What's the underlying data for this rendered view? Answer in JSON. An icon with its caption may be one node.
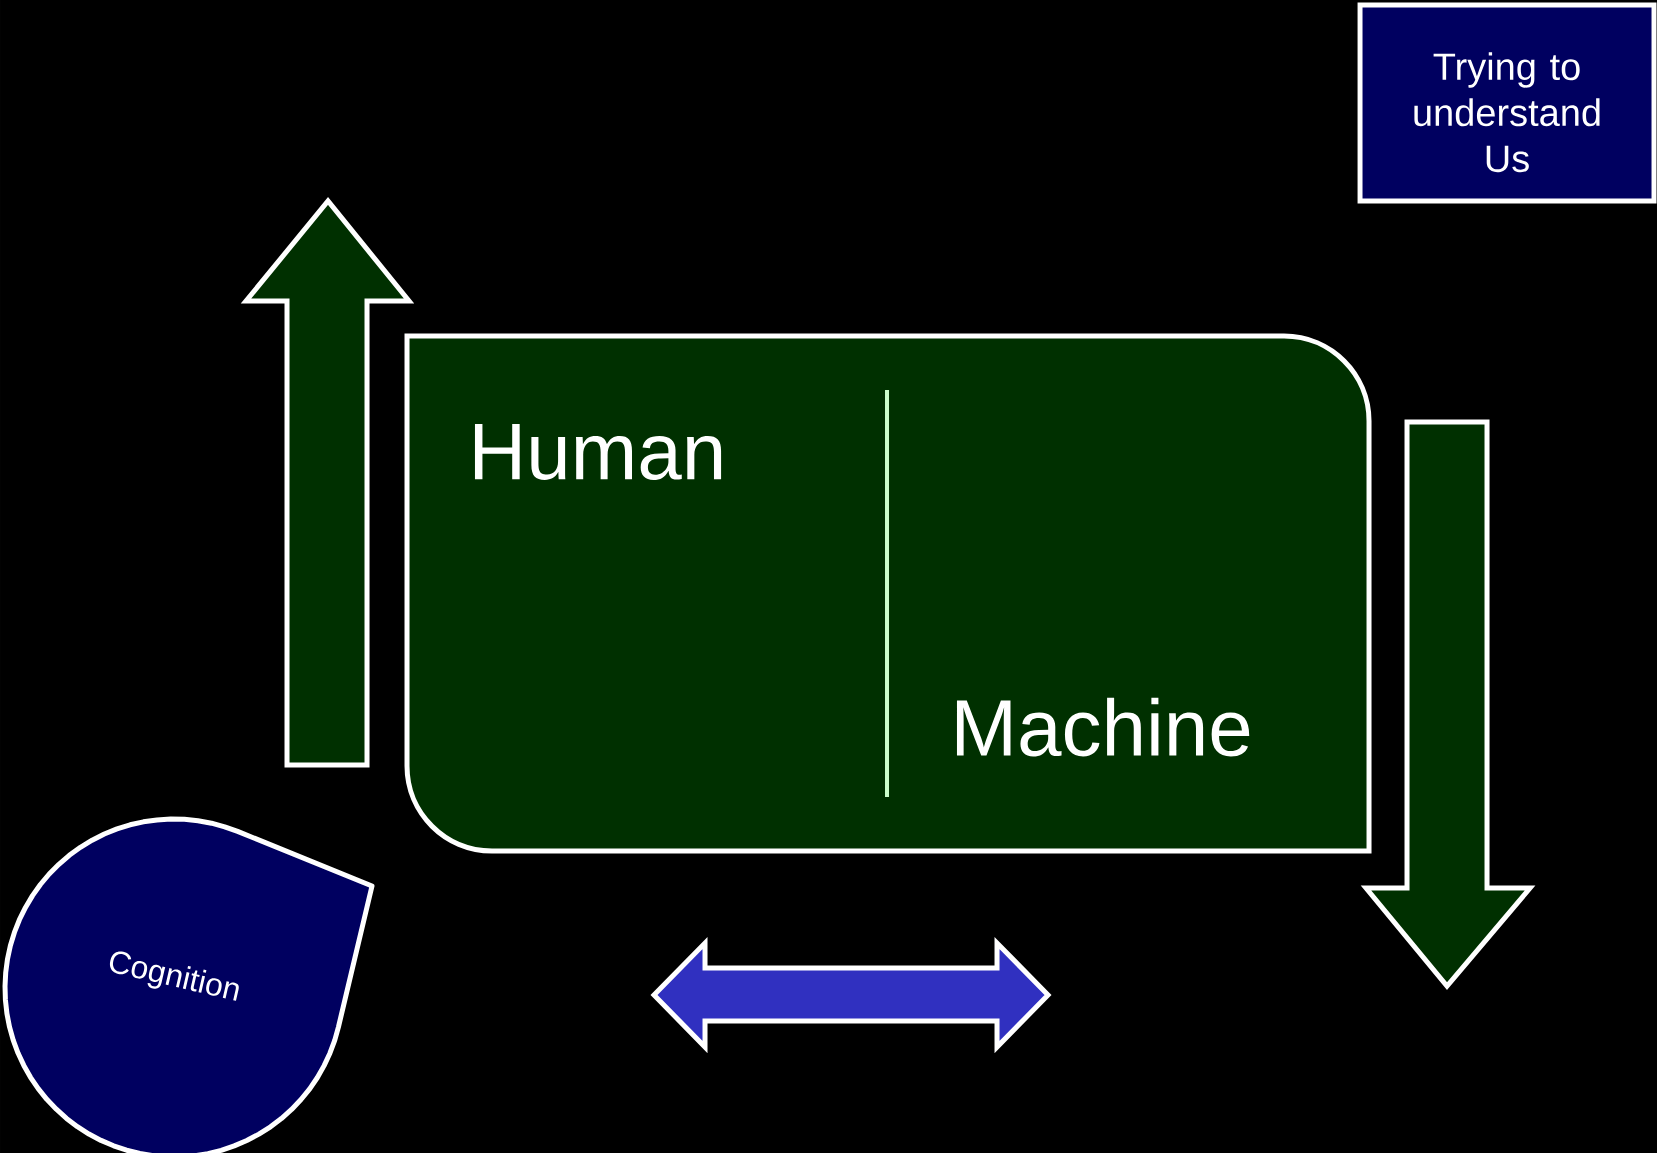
{
  "diagram": {
    "nodes": [
      {
        "text": [
          "Trying to understand Us"
        ]
      },
      {
        "text": [
          "Human",
          "Machine"
        ]
      },
      {
        "text": [
          "Cognition"
        ]
      }
    ]
  }
}
